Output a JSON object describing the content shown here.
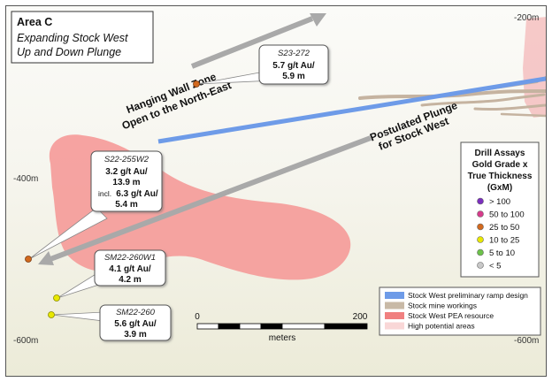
{
  "title": {
    "area": "Area C",
    "subtitle_line1": "Expanding Stock West",
    "subtitle_line2": "Up and Down Plunge"
  },
  "elevation_labels": {
    "left_400": "-400m",
    "left_600": "-600m",
    "right_200": "-200m",
    "right_600": "-600m"
  },
  "annotations": {
    "hanging_wall_line1": "Hanging Wall Zone",
    "hanging_wall_line2": "Open to the North-East",
    "plunge_line1": "Postulated Plunge",
    "plunge_line2": "for Stock West"
  },
  "callouts": [
    {
      "hole": "S23-272",
      "lines": [
        "5.7 g/t Au/",
        "5.9 m"
      ],
      "dot_color": "#d2691e"
    },
    {
      "hole": "S22-255W2",
      "lines": [
        "3.2 g/t Au/",
        "13.9 m"
      ],
      "incl_prefix": "incl.",
      "incl_lines": [
        "6.3 g/t Au/",
        "5.4 m"
      ],
      "dot_color": "#d2691e"
    },
    {
      "hole": "SM22-260W1",
      "lines": [
        "4.1 g/t Au/",
        "4.2 m"
      ],
      "dot_color": "#e8e800"
    },
    {
      "hole": "SM22-260",
      "lines": [
        "5.6 g/t Au/",
        "3.9 m"
      ],
      "dot_color": "#e8e800"
    }
  ],
  "grade_legend": {
    "title_line1": "Drill Assays",
    "title_line2": "Gold Grade x",
    "title_line3": "True Thickness",
    "title_line4": "(GxM)",
    "items": [
      {
        "label": "> 100",
        "color": "#7b2fbe"
      },
      {
        "label": "50 to 100",
        "color": "#d63b8c"
      },
      {
        "label": "25 to 50",
        "color": "#d2691e"
      },
      {
        "label": "10 to 25",
        "color": "#e8e800"
      },
      {
        "label": "5 to 10",
        "color": "#6cc24a"
      },
      {
        "label": "< 5",
        "color": "#c8c8c8"
      }
    ]
  },
  "feature_legend": {
    "items": [
      {
        "label": "Stock West preliminary ramp design",
        "color": "#6e9be8"
      },
      {
        "label": "Stock mine workings",
        "color": "#c8b9a6"
      },
      {
        "label": "Stock West PEA resource",
        "color": "#f08080"
      },
      {
        "label": "High potential areas",
        "color": "#f9d7d7"
      }
    ]
  },
  "scale_bar": {
    "start_label": "0",
    "end_label": "200",
    "unit": "meters"
  }
}
